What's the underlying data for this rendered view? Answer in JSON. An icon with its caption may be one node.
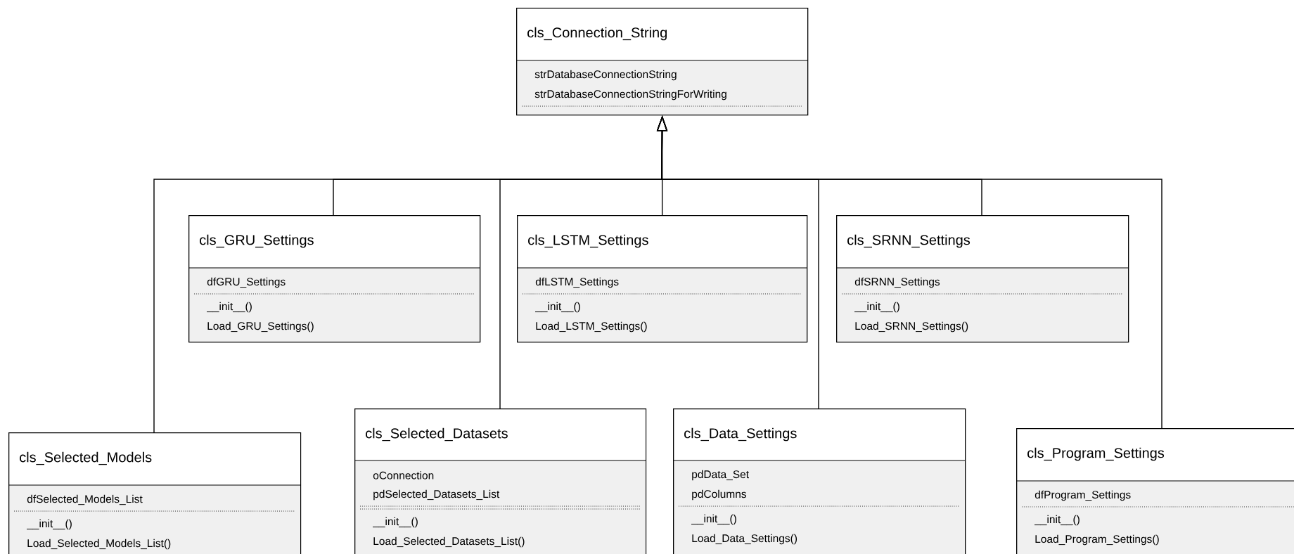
{
  "diagram": {
    "nodes": [
      {
        "text": [
          "cls_Connection_String",
          "strDatabaseConnectionString",
          "strDatabaseConnectionStringForWriting"
        ]
      },
      {
        "text": [
          "cls_GRU_Settings",
          "dfGRU_Settings",
          "__init__()",
          "Load_GRU_Settings()"
        ]
      },
      {
        "text": [
          "cls_LSTM_Settings",
          "dfLSTM_Settings",
          "__init__()",
          "Load_LSTM_Settings()"
        ]
      },
      {
        "text": [
          "cls_SRNN_Settings",
          "dfSRNN_Settings",
          "__init__()",
          "Load_SRNN_Settings()"
        ]
      },
      {
        "text": [
          "cls_Selected_Models",
          "dfSelected_Models_List",
          "__init__()",
          "Load_Selected_Models_List()"
        ]
      },
      {
        "text": [
          "cls_Selected_Datasets",
          "oConnection",
          "pdSelected_Datasets_List",
          "__init__()",
          "Load_Selected_Datasets_List()"
        ]
      },
      {
        "text": [
          "cls_Data_Settings",
          "pdData_Set",
          "pdColumns",
          "__init__()",
          "Load_Data_Settings()"
        ]
      },
      {
        "text": [
          "cls_Program_Settings",
          "dfProgram_Settings",
          "__init__()",
          "Load_Program_Settings()"
        ]
      }
    ],
    "edges": [
      {
        "from": 1,
        "to": 0,
        "arrow": "to"
      },
      {
        "from": 2,
        "to": 0,
        "arrow": "to"
      },
      {
        "from": 3,
        "to": 0,
        "arrow": "to"
      },
      {
        "from": 4,
        "to": 0,
        "arrow": "to"
      },
      {
        "from": 5,
        "to": 0,
        "arrow": "to"
      },
      {
        "from": 6,
        "to": 0,
        "arrow": "to"
      },
      {
        "from": 7,
        "to": 0,
        "arrow": "to"
      }
    ]
  }
}
